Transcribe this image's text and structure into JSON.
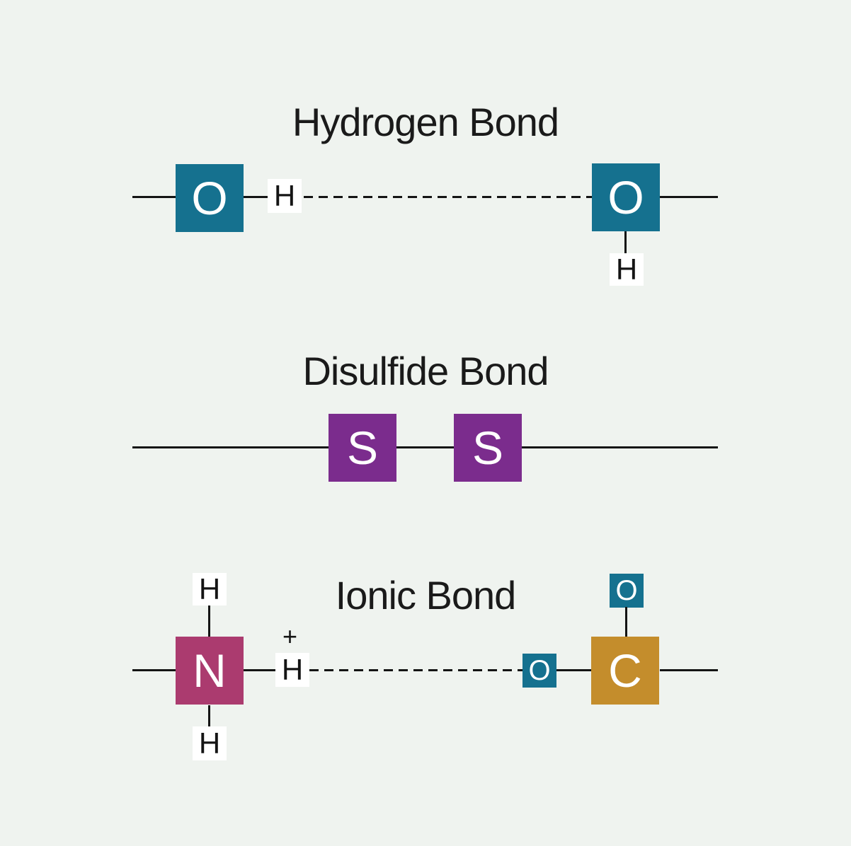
{
  "colors": {
    "background": "#eff3ef",
    "oxygen_teal": "#15718f",
    "sulfur_purple": "#7b2c8d",
    "nitrogen_magenta": "#ab3b6f",
    "carbon_gold": "#c48d2c",
    "bond_line": "#141414",
    "hydrogen_label_bg": "#ffffff",
    "title_text": "#1a1a1a"
  },
  "sections": {
    "hydrogen_bond": {
      "title": "Hydrogen Bond",
      "left_oxygen": "O",
      "hydrogen_inline": "H",
      "right_oxygen": "O",
      "hydrogen_below": "H"
    },
    "disulfide_bond": {
      "title": "Disulfide Bond",
      "sulfur_left": "S",
      "sulfur_right": "S"
    },
    "ionic_bond": {
      "title": "Ionic Bond",
      "hydrogen_top": "H",
      "nitrogen": "N",
      "hydrogen_bottom": "H",
      "charge_sign": "+",
      "hydrogen_charged": "H",
      "oxygen_small": "O",
      "oxygen_top": "O",
      "carbon": "C"
    }
  }
}
